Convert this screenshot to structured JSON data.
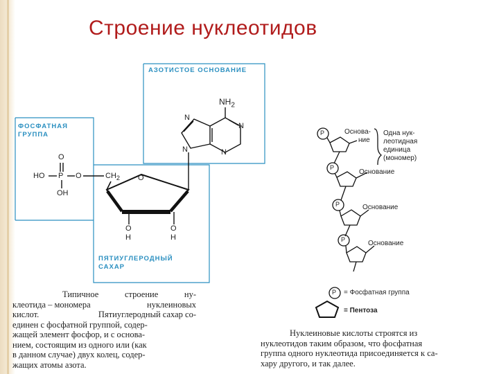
{
  "title": "Строение нуклеотидов",
  "left_figure": {
    "labels": {
      "base": "АЗОТИСТОЕ ОСНОВАНИЕ",
      "phosphate": [
        "ФОСФАТНАЯ",
        "ГРУППА"
      ],
      "sugar": [
        "ПЯТИУГЛЕРОДНЫЙ",
        "САХАР"
      ]
    },
    "atoms": {
      "nh2": "NH",
      "nh2_sub": "2",
      "n": "N",
      "o": "O",
      "ho": "HO",
      "p": "P",
      "oh": "OH",
      "ch2": "CH",
      "ch2_sub": "2",
      "h": "H"
    },
    "caption": [
      [
        "Типичное",
        "строение",
        "ну-"
      ],
      [
        "клеотида – мономера",
        "нуклеиновых"
      ],
      [
        "кислот.",
        "Пятиуглеродный сахар со-"
      ],
      [
        "единен с фосфатной группой, содер-"
      ],
      [
        "жащей элемент фосфор, и с основа-"
      ],
      [
        "нием, состоящим из одного или (как"
      ],
      [
        "в данном случае) двух колец, содер-"
      ],
      [
        "жащих атомы азота."
      ]
    ]
  },
  "right_figure": {
    "p": "P",
    "osnova_line1": "Основа-",
    "osnova_line2": "ние",
    "monomer": [
      "Одна нук-",
      "леотидная",
      "единица",
      "(мономер)"
    ],
    "base_labels": [
      "Основание",
      "Основание",
      "Основание"
    ],
    "legend_phosphate": "= Фосфатная группа",
    "legend_pentose": "= Пентоза",
    "caption": [
      [
        "Нуклеиновые кислоты строятся из"
      ],
      [
        "нуклеотидов таким образом, что фосфатная"
      ],
      [
        "группа одного нуклеотида присоединяется к са-"
      ],
      [
        "хару другого, и так далее."
      ]
    ]
  }
}
